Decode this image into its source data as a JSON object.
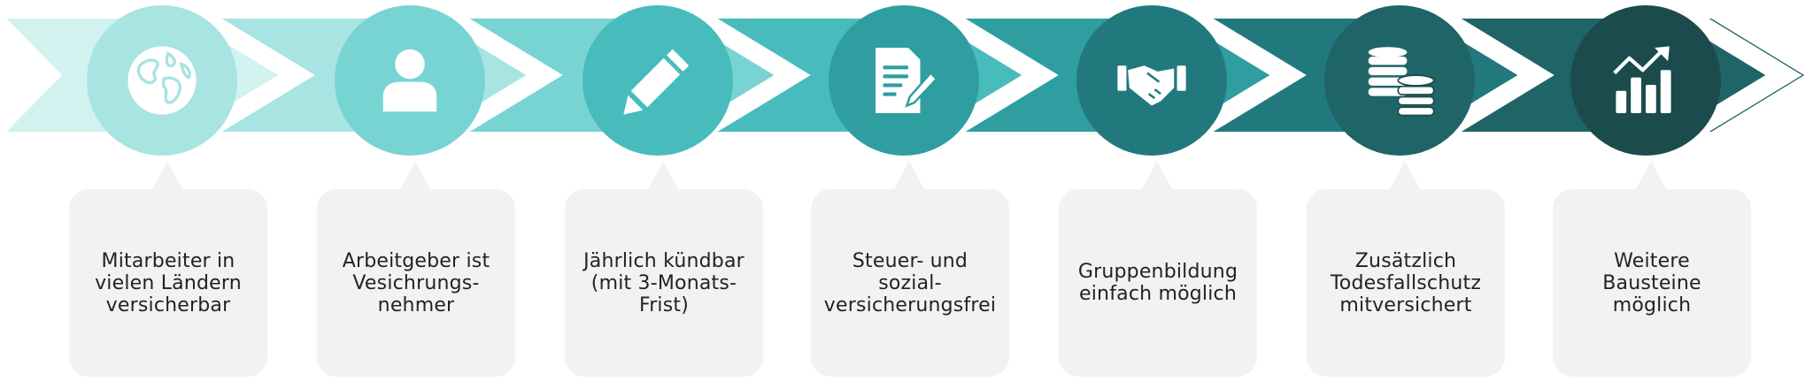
{
  "colors": {
    "chevrons": [
      "#d2f2f0",
      "#a7e4e2",
      "#78d4d3",
      "#48bcbd",
      "#2f9ea0",
      "#22797d",
      "#1f6467",
      "#1f6466"
    ],
    "circles": [
      "#a7e4e2",
      "#78d4d3",
      "#48bcbd",
      "#2f9ea0",
      "#22797d",
      "#1f6467",
      "#1c4b4d"
    ],
    "box": "#f2f2f2",
    "text": "#222222"
  },
  "steps": [
    {
      "icon": "globe-icon",
      "label": "Mitarbeiter in\nvielen Ländern\nversicherbar"
    },
    {
      "icon": "person-icon",
      "label": "Arbeitgeber ist\nVesichrungs-\nnehmer"
    },
    {
      "icon": "pencil-icon",
      "label": "Jährlich kündbar\n(mit 3-Monats-\nFrist)"
    },
    {
      "icon": "document-sign-icon",
      "label": "Steuer- und\nsozial-\nversicherungsfrei"
    },
    {
      "icon": "handshake-icon",
      "label": "Gruppenbildung\neinfach möglich"
    },
    {
      "icon": "coins-icon",
      "label": "Zusätzlich\nTodesfallschutz\nmitversichert"
    },
    {
      "icon": "growth-chart-icon",
      "label": "Weitere\nBausteine\nmöglich"
    }
  ]
}
